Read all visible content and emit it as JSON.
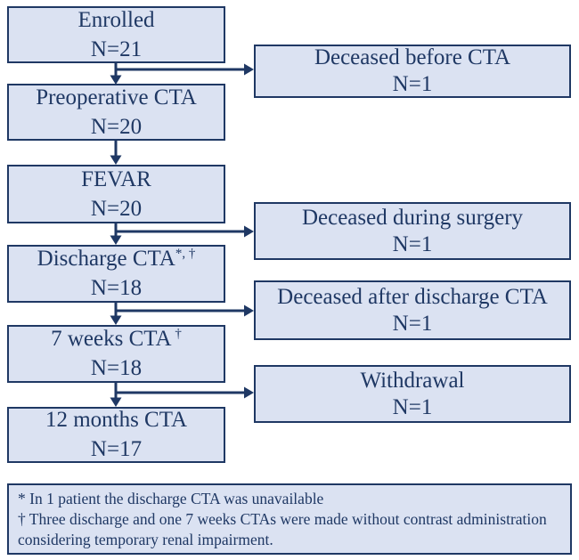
{
  "diagram": {
    "title_semantic": "Study patient flow chart",
    "colors": {
      "box_fill": "#dbe2f2",
      "box_border": "#1f3864",
      "text": "#1f3864",
      "arrow": "#1f3864",
      "background": "#ffffff"
    },
    "main_boxes": [
      {
        "label": "Enrolled",
        "sup": "",
        "n": "N=21"
      },
      {
        "label": "Preoperative CTA",
        "sup": "",
        "n": "N=20"
      },
      {
        "label": "FEVAR",
        "sup": "",
        "n": "N=20"
      },
      {
        "label": "Discharge CTA",
        "sup": "*, †",
        "n": "N=18"
      },
      {
        "label": "7 weeks CTA",
        "sup": " †",
        "n": "N=18"
      },
      {
        "label": "12 months CTA",
        "sup": "",
        "n": "N=17"
      }
    ],
    "side_boxes": [
      {
        "label": "Deceased before CTA",
        "n": "N=1"
      },
      {
        "label": "Deceased during surgery",
        "n": "N=1"
      },
      {
        "label": "Deceased after discharge CTA",
        "n": "N=1"
      },
      {
        "label": "Withdrawal",
        "n": "N=1"
      }
    ],
    "connections": [
      "Enrolled -> Preoperative CTA",
      "Enrolled -> Deceased before CTA",
      "Preoperative CTA -> FEVAR",
      "FEVAR -> Discharge CTA",
      "FEVAR -> Deceased during surgery",
      "Discharge CTA -> 7 weeks CTA",
      "Discharge CTA -> Deceased after discharge CTA",
      "7 weeks CTA -> 12 months CTA",
      "7 weeks CTA -> Withdrawal"
    ],
    "footnotes": [
      "* In 1 patient the discharge CTA was unavailable",
      "† Three discharge and one 7 weeks CTAs were made without contrast administration considering temporary renal impairment."
    ]
  }
}
